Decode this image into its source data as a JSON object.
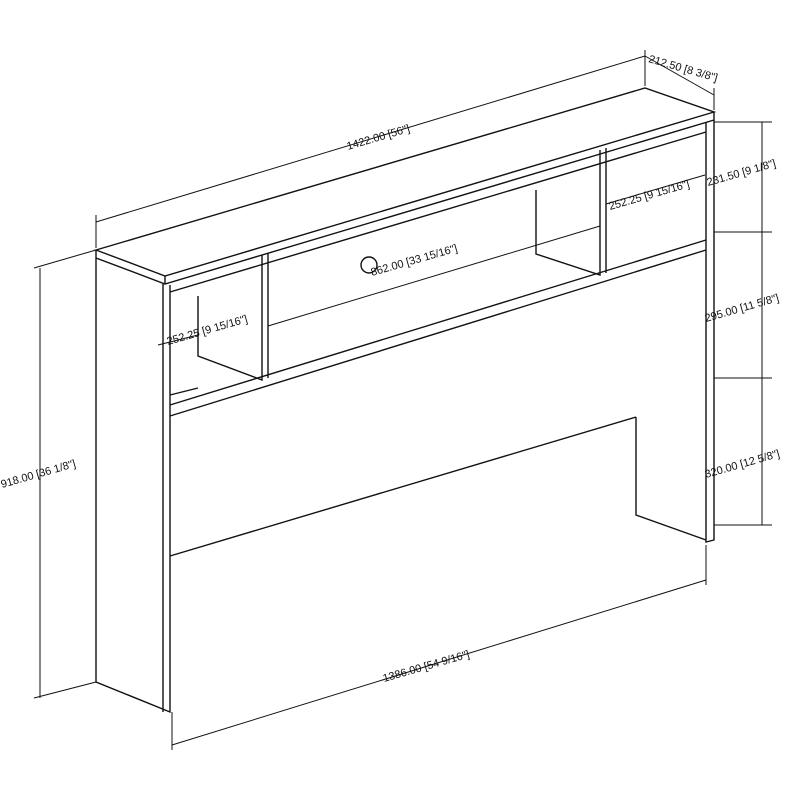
{
  "dimensions": {
    "overall_width": "1422.00 [56\"]",
    "depth": "212.50 [8 3/8\"]",
    "upper_height": "231.50 [9 1/8\"]",
    "right_compartment": "252.25 [9 15/16\"]",
    "center_opening": "862.00 [33 15/16\"]",
    "left_compartment": "252.25 [9 15/16\"]",
    "middle_height": "295.00 [11 5/8\"]",
    "overall_height": "918.00 [36 1/8\"]",
    "lower_height": "320.00 [12 5/8\"]",
    "inner_width": "1386.00 [54 9/16\"]"
  }
}
